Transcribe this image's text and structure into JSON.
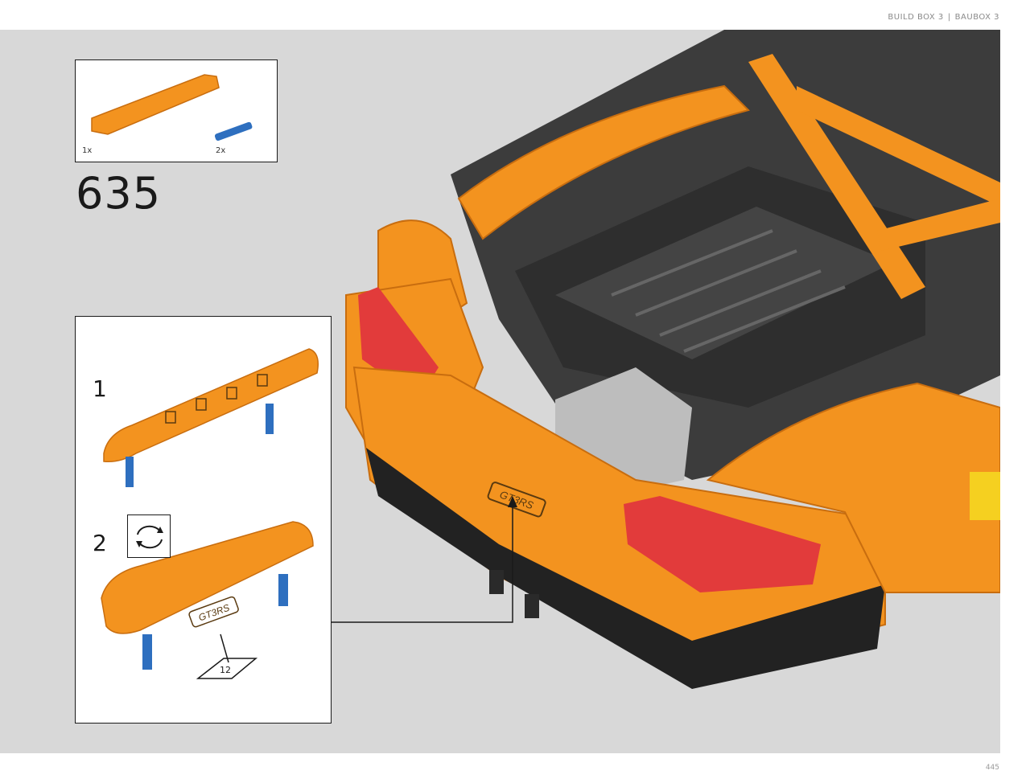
{
  "header": {
    "left": "BUILD BOX 3",
    "separator": "|",
    "right": "BAUBOX 3"
  },
  "page": {
    "number": "445"
  },
  "step": {
    "number": "635",
    "parts": [
      {
        "name": "orange-panel-part-icon",
        "qty": "1x"
      },
      {
        "name": "blue-axle-pin-part-icon",
        "qty": "2x"
      }
    ]
  },
  "substeps": [
    {
      "number": "1"
    },
    {
      "number": "2",
      "icon": "rotate-model-icon"
    }
  ],
  "sticker": {
    "label": "12",
    "icon": "sticker-sheet-icon"
  },
  "badge_text": "GT3RS",
  "colors": {
    "orange": "#f3931f",
    "dark": "#3a3a3a",
    "blue": "#2e6fbf",
    "red": "#e23b3b",
    "panel": "#d8d8d8"
  }
}
